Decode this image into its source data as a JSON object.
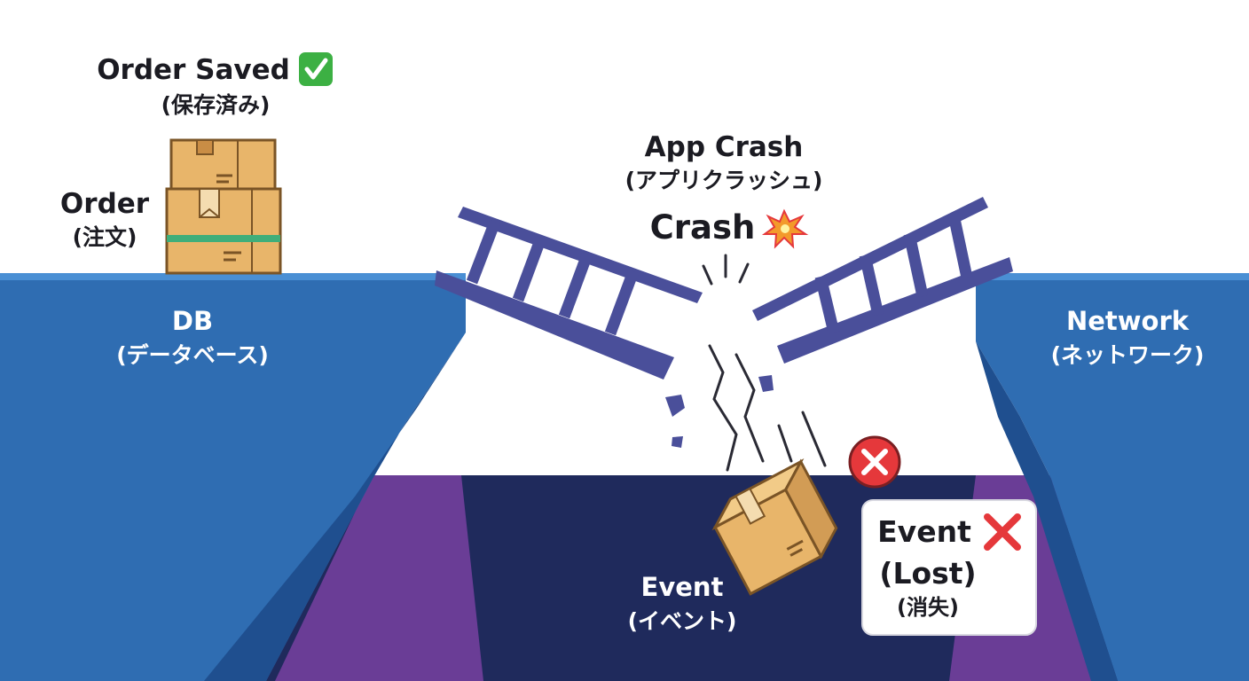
{
  "labels": {
    "order_saved": "Order Saved",
    "order_saved_sub": "(保存済み)",
    "order": "Order",
    "order_sub": "(注文)",
    "app_crash": "App Crash",
    "app_crash_sub": "(アプリクラッシュ)",
    "crash": "Crash",
    "db": "DB",
    "db_sub": "(データベース)",
    "network": "Network",
    "network_sub": "(ネットワーク)",
    "event": "Event",
    "event_sub": "(イベント)",
    "event_lost_line1": "Event",
    "event_lost_line2": "(Lost)",
    "event_lost_sub": "(消失)"
  },
  "icons": {
    "saved": "check-mark-icon",
    "crash": "collision-icon",
    "lost": "cross-mark-icon",
    "error_badge": "error-circle-icon"
  },
  "colors": {
    "cliff_blue": "#2f6db2",
    "cliff_edge": "#4a8fd4",
    "cliff_dark": "#1f4f8f",
    "chasm_navy": "#1f2a5c",
    "purple": "#6a3d96",
    "bridge": "#4a4f9a",
    "box": "#e8b56a",
    "error_red": "#e5383b",
    "check_green": "#3cb043"
  }
}
